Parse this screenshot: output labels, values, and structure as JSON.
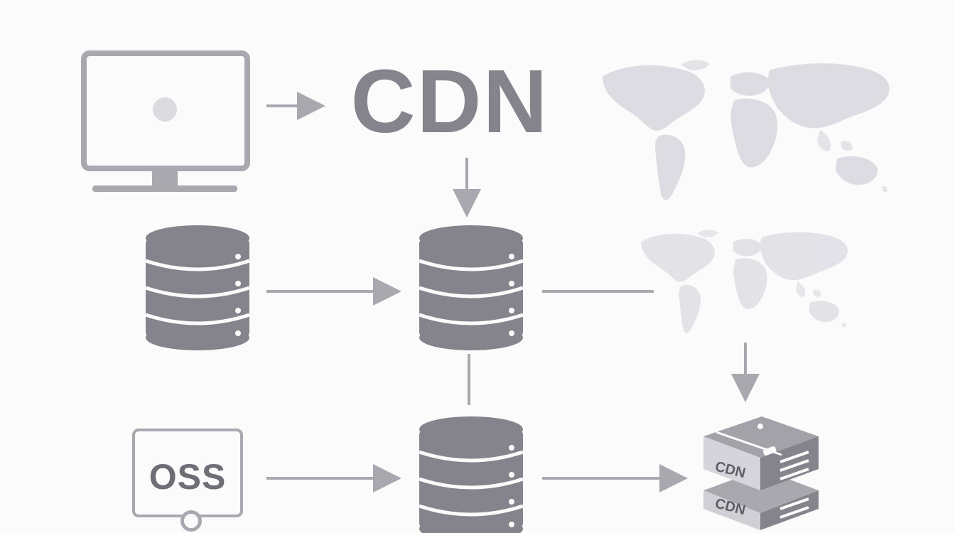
{
  "diagram": {
    "title": "CDN",
    "nodes": {
      "monitor": {
        "kind": "display"
      },
      "origin_db": {
        "kind": "database"
      },
      "cdn_db": {
        "kind": "database"
      },
      "edge_db": {
        "kind": "database"
      },
      "oss": {
        "label": "OSS"
      },
      "map_top": {
        "kind": "world-map"
      },
      "map_mid": {
        "kind": "world-map"
      },
      "cdn_box_top": {
        "label": "CDN"
      },
      "cdn_box_bottom": {
        "label": "CDN"
      }
    },
    "edges": [
      {
        "from": "monitor",
        "to": "title",
        "arrow": true
      },
      {
        "from": "title",
        "to": "cdn_db",
        "arrow": true
      },
      {
        "from": "origin_db",
        "to": "cdn_db",
        "arrow": true
      },
      {
        "from": "cdn_db",
        "to": "map_mid",
        "arrow": false
      },
      {
        "from": "cdn_db",
        "to": "edge_db",
        "arrow": false
      },
      {
        "from": "map_mid",
        "to": "cdn_box",
        "arrow": true
      },
      {
        "from": "oss",
        "to": "edge_db",
        "arrow": true
      },
      {
        "from": "edge_db",
        "to": "cdn_box",
        "arrow": true
      }
    ]
  },
  "colors": {
    "background": "#fbfbfc",
    "icon_gray": "#85848c",
    "line_gray": "#a9a8af",
    "map_gray": "#dcdce2"
  }
}
